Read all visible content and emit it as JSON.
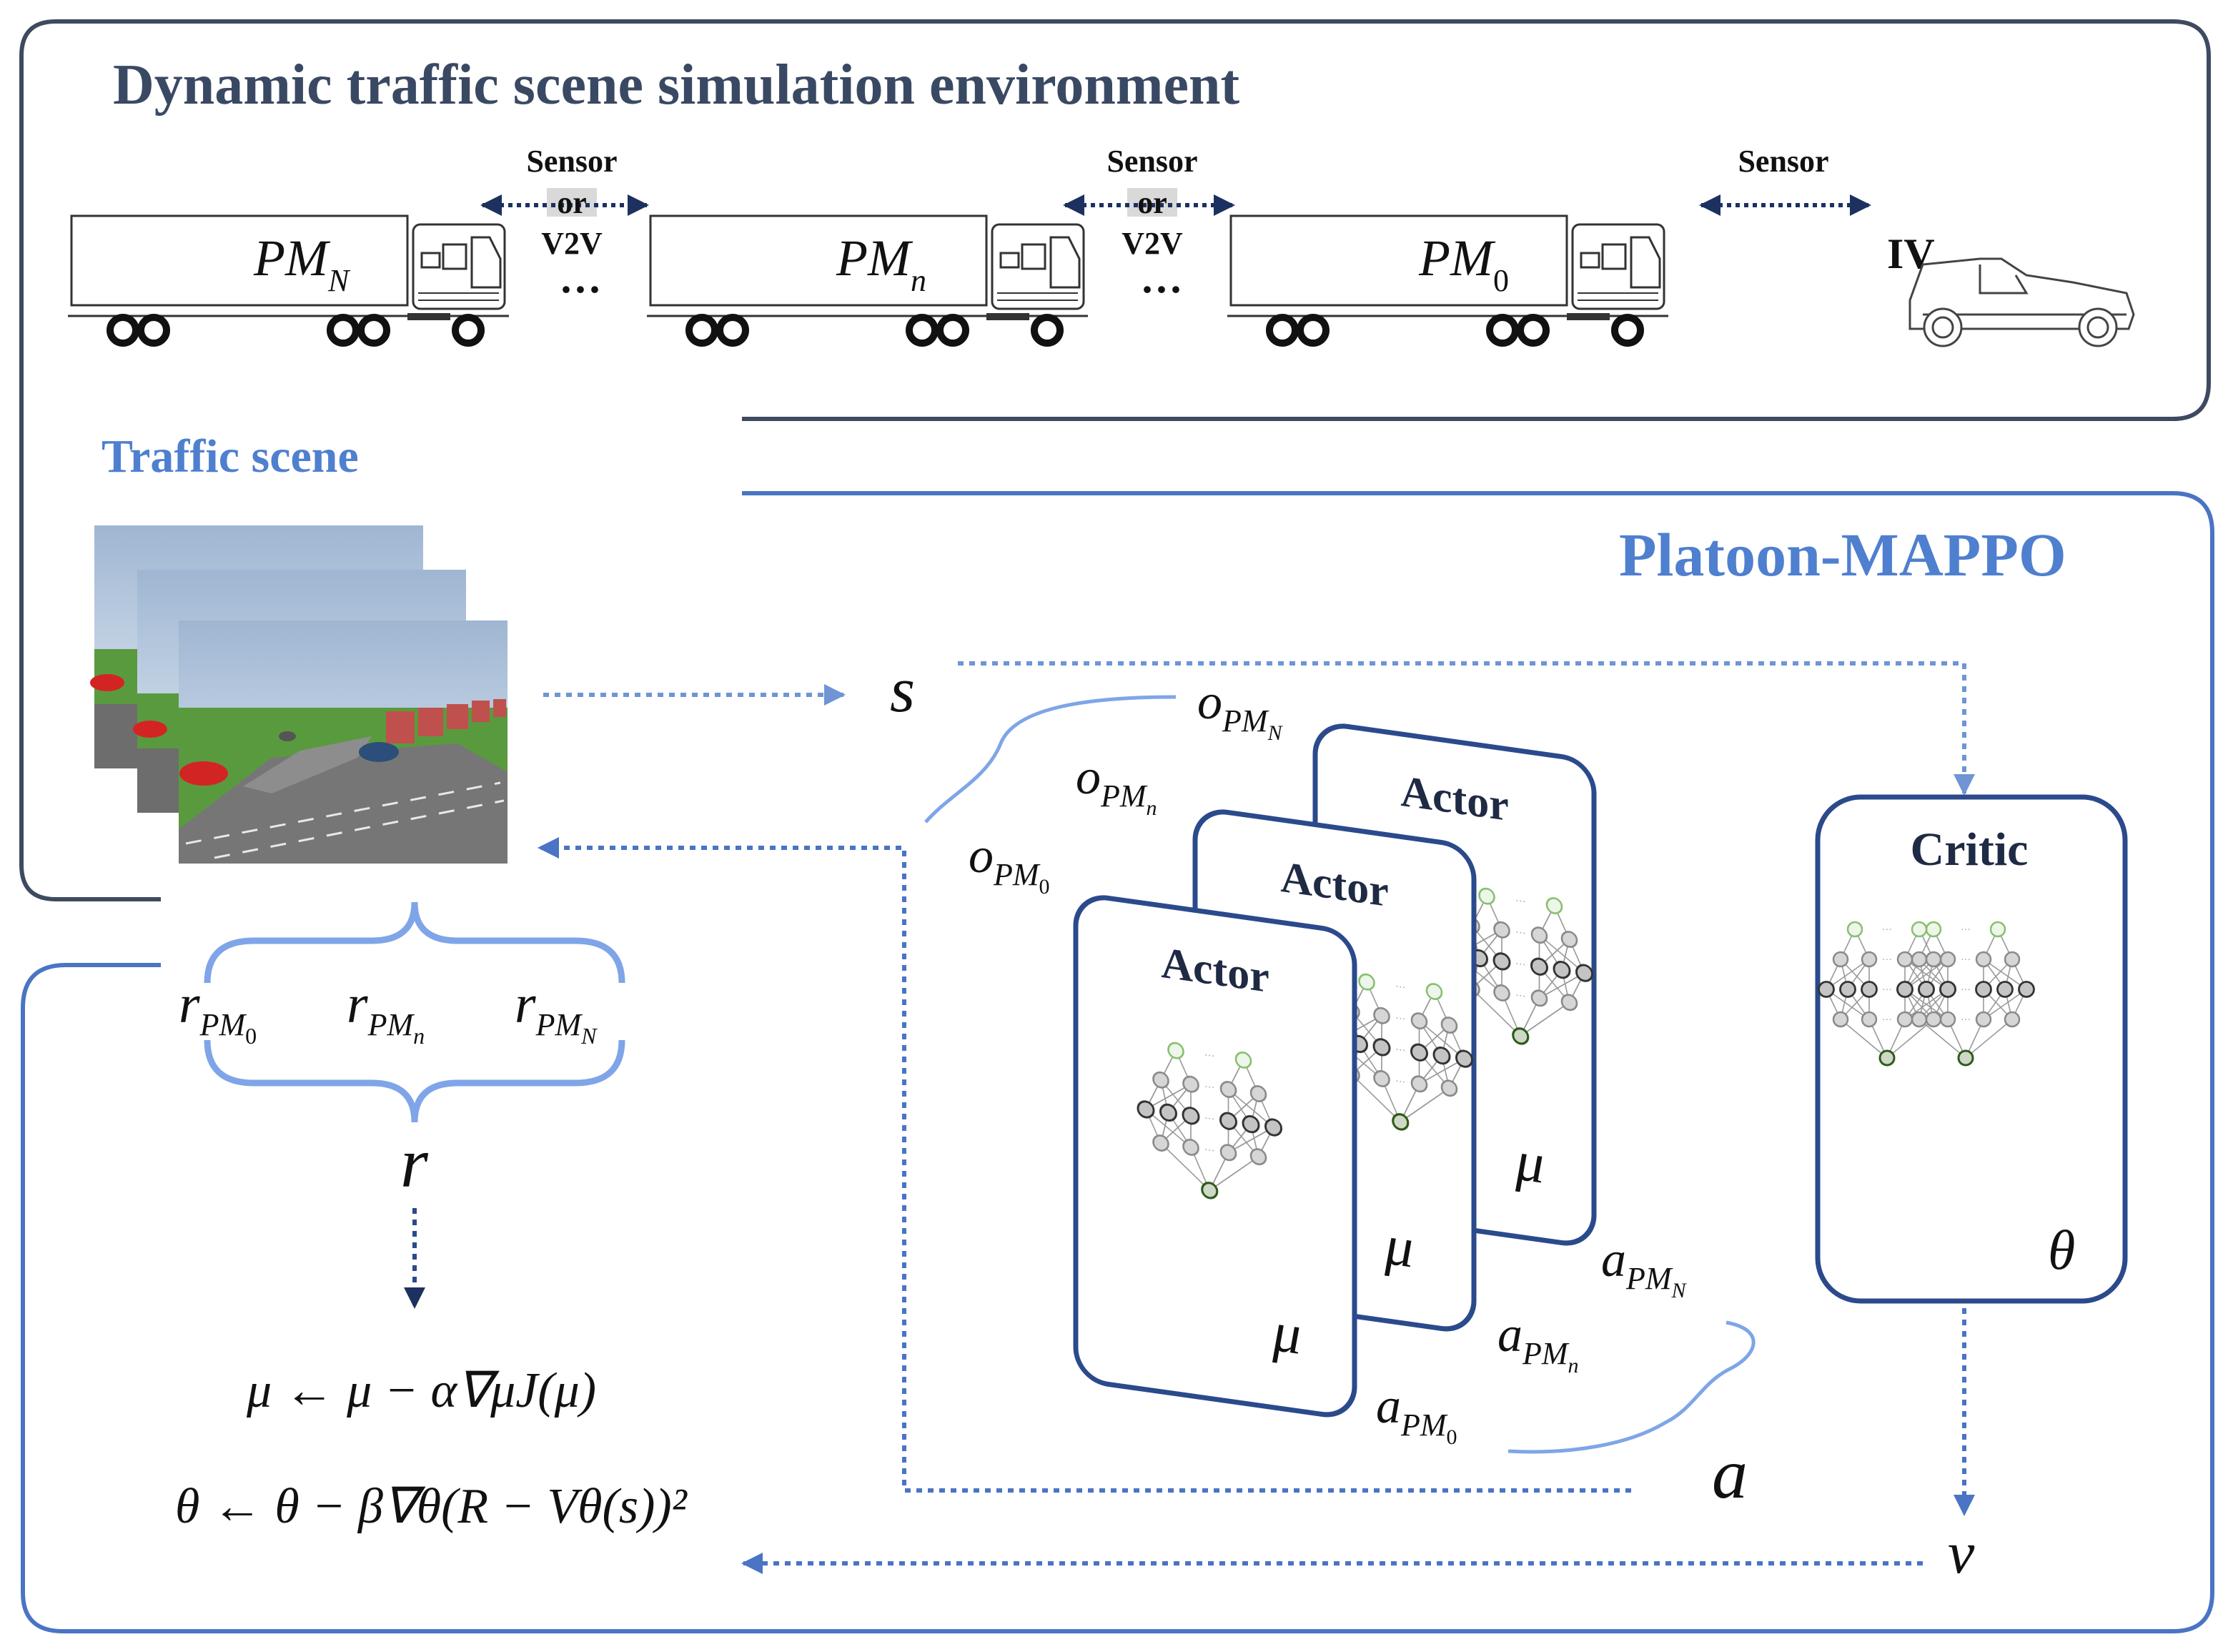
{
  "diagram": {
    "env": {
      "title": "Dynamic traffic scene simulation environment",
      "trucks": [
        {
          "main": "PM",
          "sub": "N"
        },
        {
          "main": "PM",
          "sub": "n"
        },
        {
          "main": "PM",
          "sub": "0"
        }
      ],
      "links": [
        {
          "top": "Sensor",
          "mid": "or",
          "bottom": "V2V",
          "ellipsis": "···"
        },
        {
          "top": "Sensor",
          "mid": "or",
          "bottom": "V2V",
          "ellipsis": "···"
        },
        {
          "top": "Sensor"
        }
      ],
      "iv_label": "IV"
    },
    "traffic_scene": {
      "title": "Traffic scene"
    },
    "algo": {
      "title": "Platoon-MAPPO",
      "state": "s",
      "obs": [
        {
          "main": "o",
          "sub": "PM",
          "subsub": "N"
        },
        {
          "main": "o",
          "sub": "PM",
          "subsub": "n"
        },
        {
          "main": "o",
          "sub": "PM",
          "subsub": "0"
        }
      ],
      "actor_title": "Actor",
      "actor_param": "μ",
      "critic_title": "Critic",
      "critic_param": "θ",
      "actions": [
        {
          "main": "a",
          "sub": "PM",
          "subsub": "N"
        },
        {
          "main": "a",
          "sub": "PM",
          "subsub": "n"
        },
        {
          "main": "a",
          "sub": "PM",
          "subsub": "0"
        }
      ],
      "action": "a",
      "value": "v"
    },
    "rewards": {
      "items": [
        {
          "main": "r",
          "sub": "PM",
          "subsub": "0"
        },
        {
          "main": "r",
          "sub": "PM",
          "subsub": "n"
        },
        {
          "main": "r",
          "sub": "PM",
          "subsub": "N"
        }
      ],
      "total": "r"
    },
    "updates": {
      "actor_rule": "μ ← μ − α∇μJ(μ)",
      "critic_rule": "θ ← θ − β∇θ(R − Vθ(s))²"
    },
    "colors": {
      "env_border": "#3e4a60",
      "algo_border": "#4a74c4",
      "box_border": "#2b4a8c",
      "arrow_dark": "#1d3160",
      "arrow_light": "#6f95d4",
      "brace": "#7fa5e8"
    }
  }
}
